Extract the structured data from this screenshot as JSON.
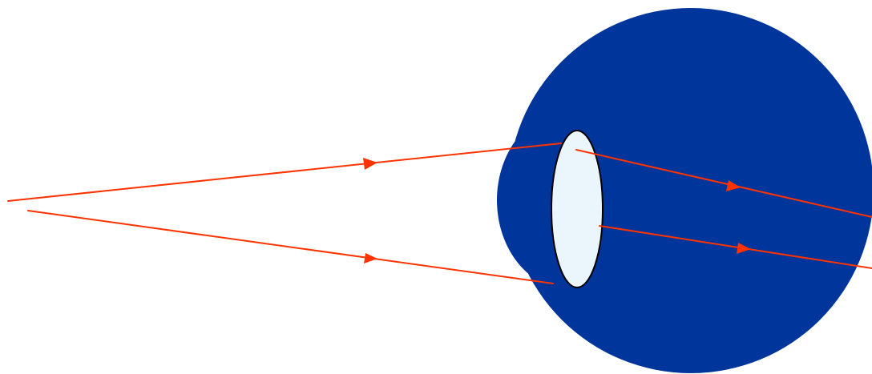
{
  "diagram": {
    "colors": {
      "background": "#ffffff",
      "eyeball": "#00359b",
      "lens_fill": "#eaf5fc",
      "lens_outline": "#000000",
      "rays": "#ff3300"
    },
    "parts": [
      "eyeball",
      "lens",
      "incoming-ray-upper",
      "incoming-ray-lower",
      "refracted-ray-upper",
      "refracted-ray-lower"
    ]
  }
}
